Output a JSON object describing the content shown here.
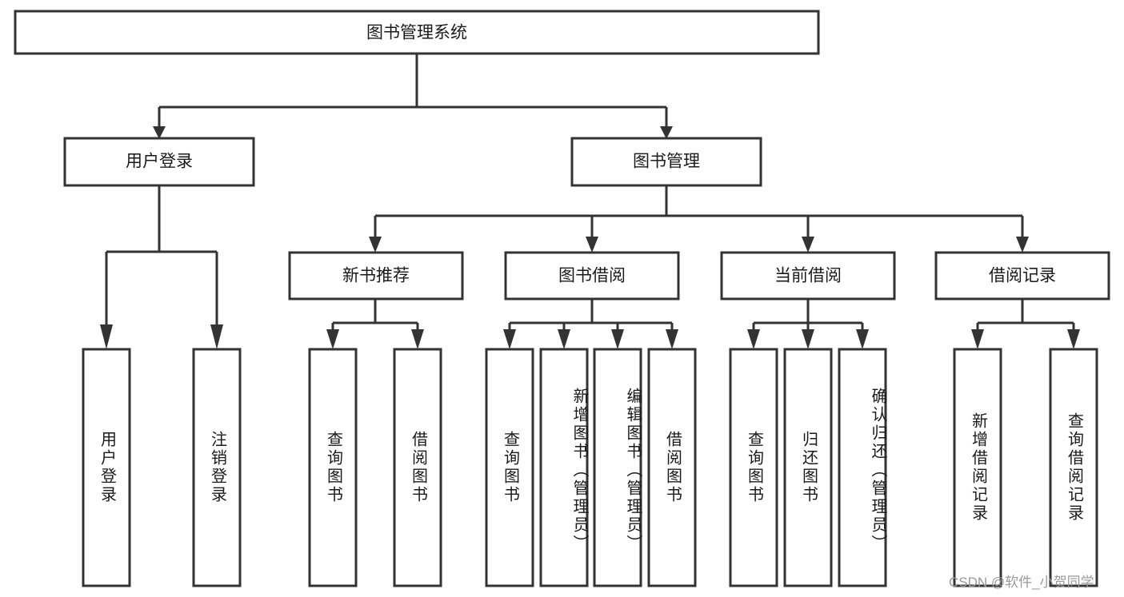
{
  "diagram": {
    "title": "图书管理系统",
    "type": "tree-hierarchy",
    "root": {
      "id": "root",
      "label": "图书管理系统"
    },
    "level2": [
      {
        "id": "user-login",
        "label": "用户登录"
      },
      {
        "id": "book-manage",
        "label": "图书管理"
      }
    ],
    "level3": [
      {
        "id": "new-book-rec",
        "label": "新书推荐",
        "parent": "book-manage"
      },
      {
        "id": "book-borrow",
        "label": "图书借阅",
        "parent": "book-manage"
      },
      {
        "id": "current-borrow",
        "label": "当前借阅",
        "parent": "book-manage"
      },
      {
        "id": "borrow-record",
        "label": "借阅记录",
        "parent": "book-manage"
      }
    ],
    "leaves": [
      {
        "id": "leaf-user-login",
        "label": "用户登录",
        "parent": "user-login"
      },
      {
        "id": "leaf-logout",
        "label": "注销登录",
        "parent": "user-login"
      },
      {
        "id": "leaf-query-book-1",
        "label": "查询图书",
        "parent": "new-book-rec"
      },
      {
        "id": "leaf-borrow-book-1",
        "label": "借阅图书",
        "parent": "new-book-rec"
      },
      {
        "id": "leaf-query-book-2",
        "label": "查询图书",
        "parent": "book-borrow"
      },
      {
        "id": "leaf-add-book",
        "label": "新增图书（管理员）",
        "parent": "book-borrow"
      },
      {
        "id": "leaf-edit-book",
        "label": "编辑图书（管理员）",
        "parent": "book-borrow"
      },
      {
        "id": "leaf-borrow-book-2",
        "label": "借阅图书",
        "parent": "book-borrow"
      },
      {
        "id": "leaf-query-book-3",
        "label": "查询图书",
        "parent": "current-borrow"
      },
      {
        "id": "leaf-return-book",
        "label": "归还图书",
        "parent": "current-borrow"
      },
      {
        "id": "leaf-confirm-return",
        "label": "确认归还（管理员）",
        "parent": "current-borrow"
      },
      {
        "id": "leaf-add-record",
        "label": "新增借阅记录",
        "parent": "borrow-record"
      },
      {
        "id": "leaf-query-record",
        "label": "查询借阅记录",
        "parent": "borrow-record"
      }
    ]
  },
  "watermark": {
    "text": "CSDN @软件_小贺同学"
  },
  "colors": {
    "stroke": "#333333",
    "fill": "#ffffff",
    "text": "#1a1a1a",
    "watermark": "#9a9a9a"
  }
}
